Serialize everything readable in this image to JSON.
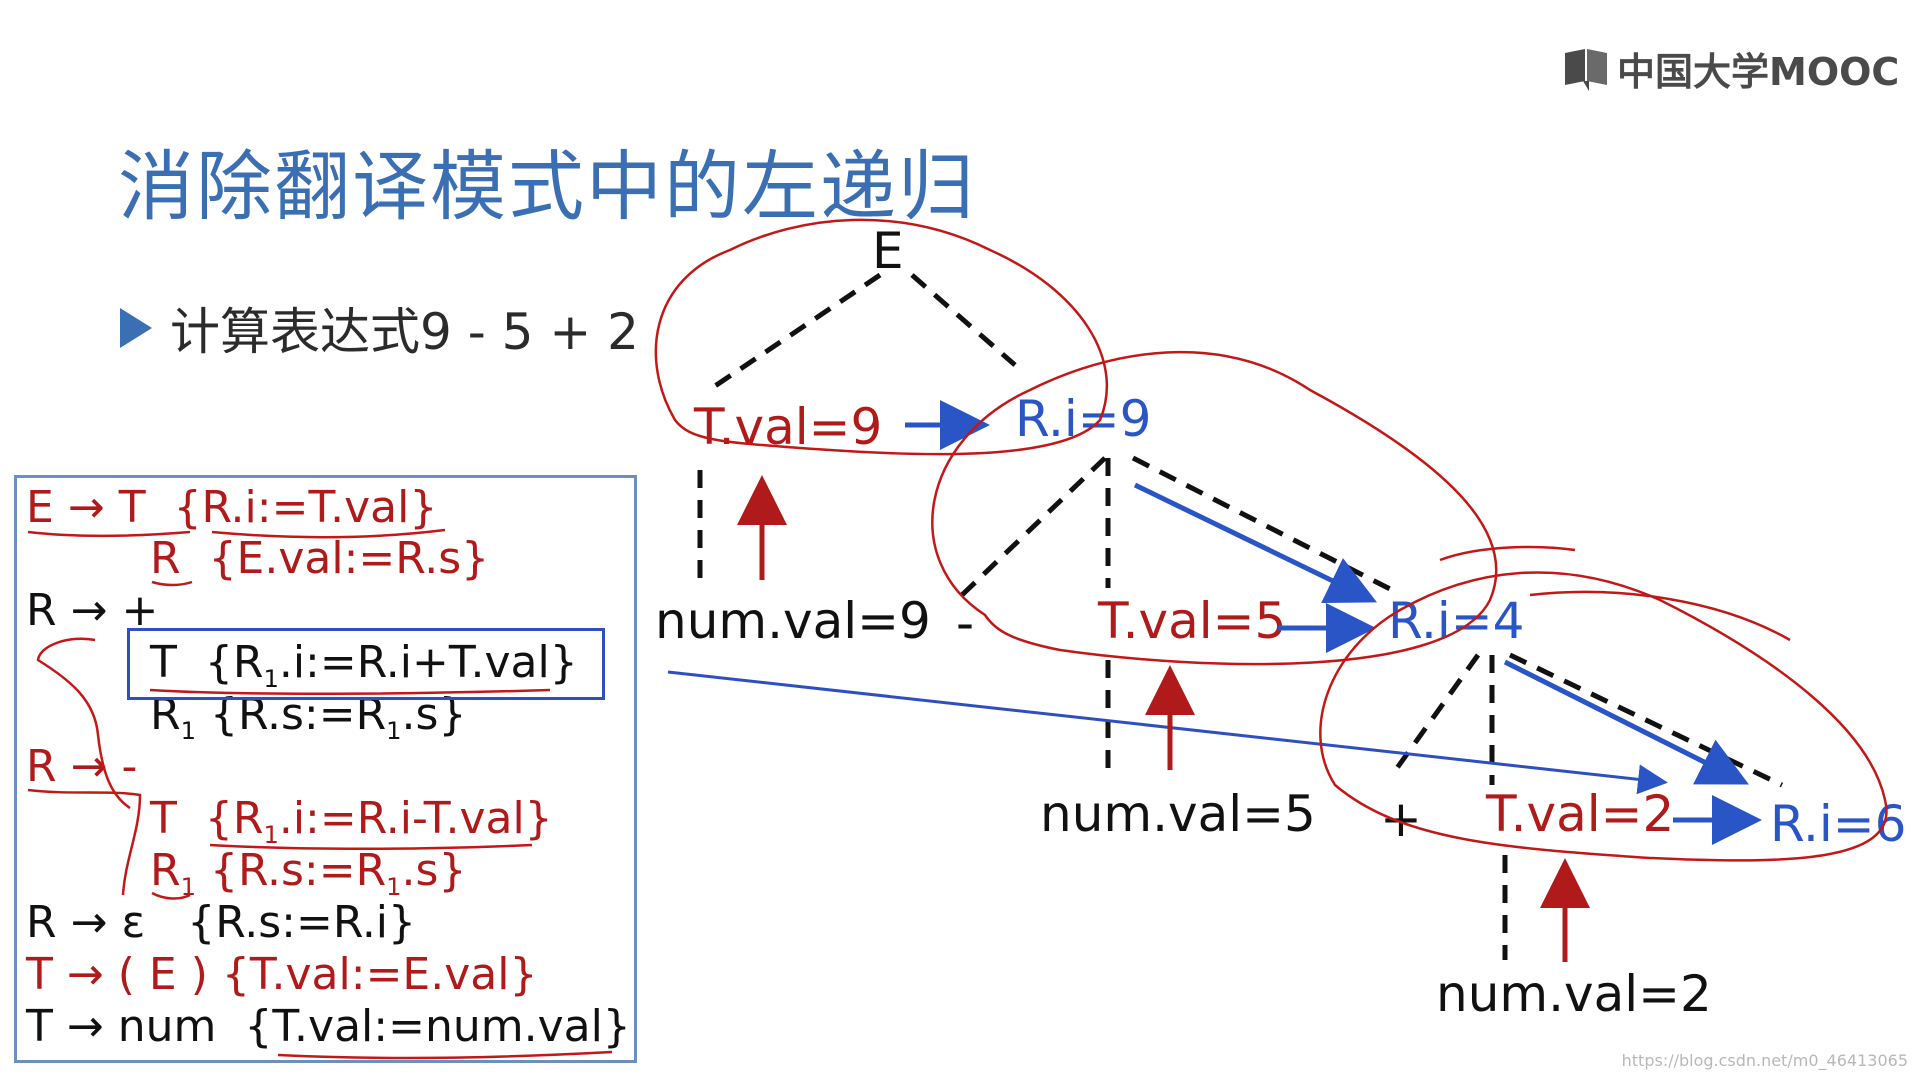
{
  "logo": {
    "text": "中国大学MOOC",
    "icon": "mooc-book-icon"
  },
  "title": "消除翻译模式中的左递归",
  "bullet": {
    "text": "计算表达式9 - 5 + 2",
    "icon": "triangle-bullet-icon"
  },
  "grammar": {
    "lines": [
      {
        "lhs": "E",
        "arrow": "→",
        "sym": "T",
        "action": "{R.i:=T.val}"
      },
      {
        "sym": "R",
        "action": "{E.val:=R.s}"
      },
      {
        "lhs": "R",
        "arrow": "→",
        "sym": "+"
      },
      {
        "sym": "T",
        "action_pre": "{R",
        "action_sub": "1",
        "action_post": ".i:=R.i+T.val}"
      },
      {
        "sym_pre": "R",
        "sym_sub": "1",
        "action_pre": "{R.s:=R",
        "action_sub": "1",
        "action_post": ".s}"
      },
      {
        "lhs": "R",
        "arrow": "→",
        "sym": "-"
      },
      {
        "sym": "T",
        "action_pre": "{R",
        "action_sub": "1",
        "action_post": ".i:=R.i-T.val}"
      },
      {
        "sym_pre": "R",
        "sym_sub": "1",
        "action_pre": "{R.s:=R",
        "action_sub": "1",
        "action_post": ".s}"
      },
      {
        "lhs": "R",
        "arrow": "→",
        "sym": "ε",
        "action": "{R.s:=R.i}"
      },
      {
        "lhs": "T",
        "arrow": "→",
        "sym": "( E )",
        "action": "{T.val:=E.val}"
      },
      {
        "lhs": "T",
        "arrow": "→",
        "sym": "num",
        "action": "{T.val:=num.val}"
      }
    ]
  },
  "tree": {
    "root": "E",
    "t1": "T.val=9",
    "r1": "R.i=9",
    "num1": "num.val=9",
    "minus": "-",
    "t2": "T.val=5",
    "r2": "R.i=4",
    "num2": "num.val=5",
    "plus": "+",
    "t3": "T.val=2",
    "r3": "R.i=6",
    "num3": "num.val=2"
  },
  "colors": {
    "title": "#3b6fb3",
    "red": "#b01a1a",
    "blue": "#2a55c7"
  },
  "watermark": "https://blog.csdn.net/m0_46413065"
}
